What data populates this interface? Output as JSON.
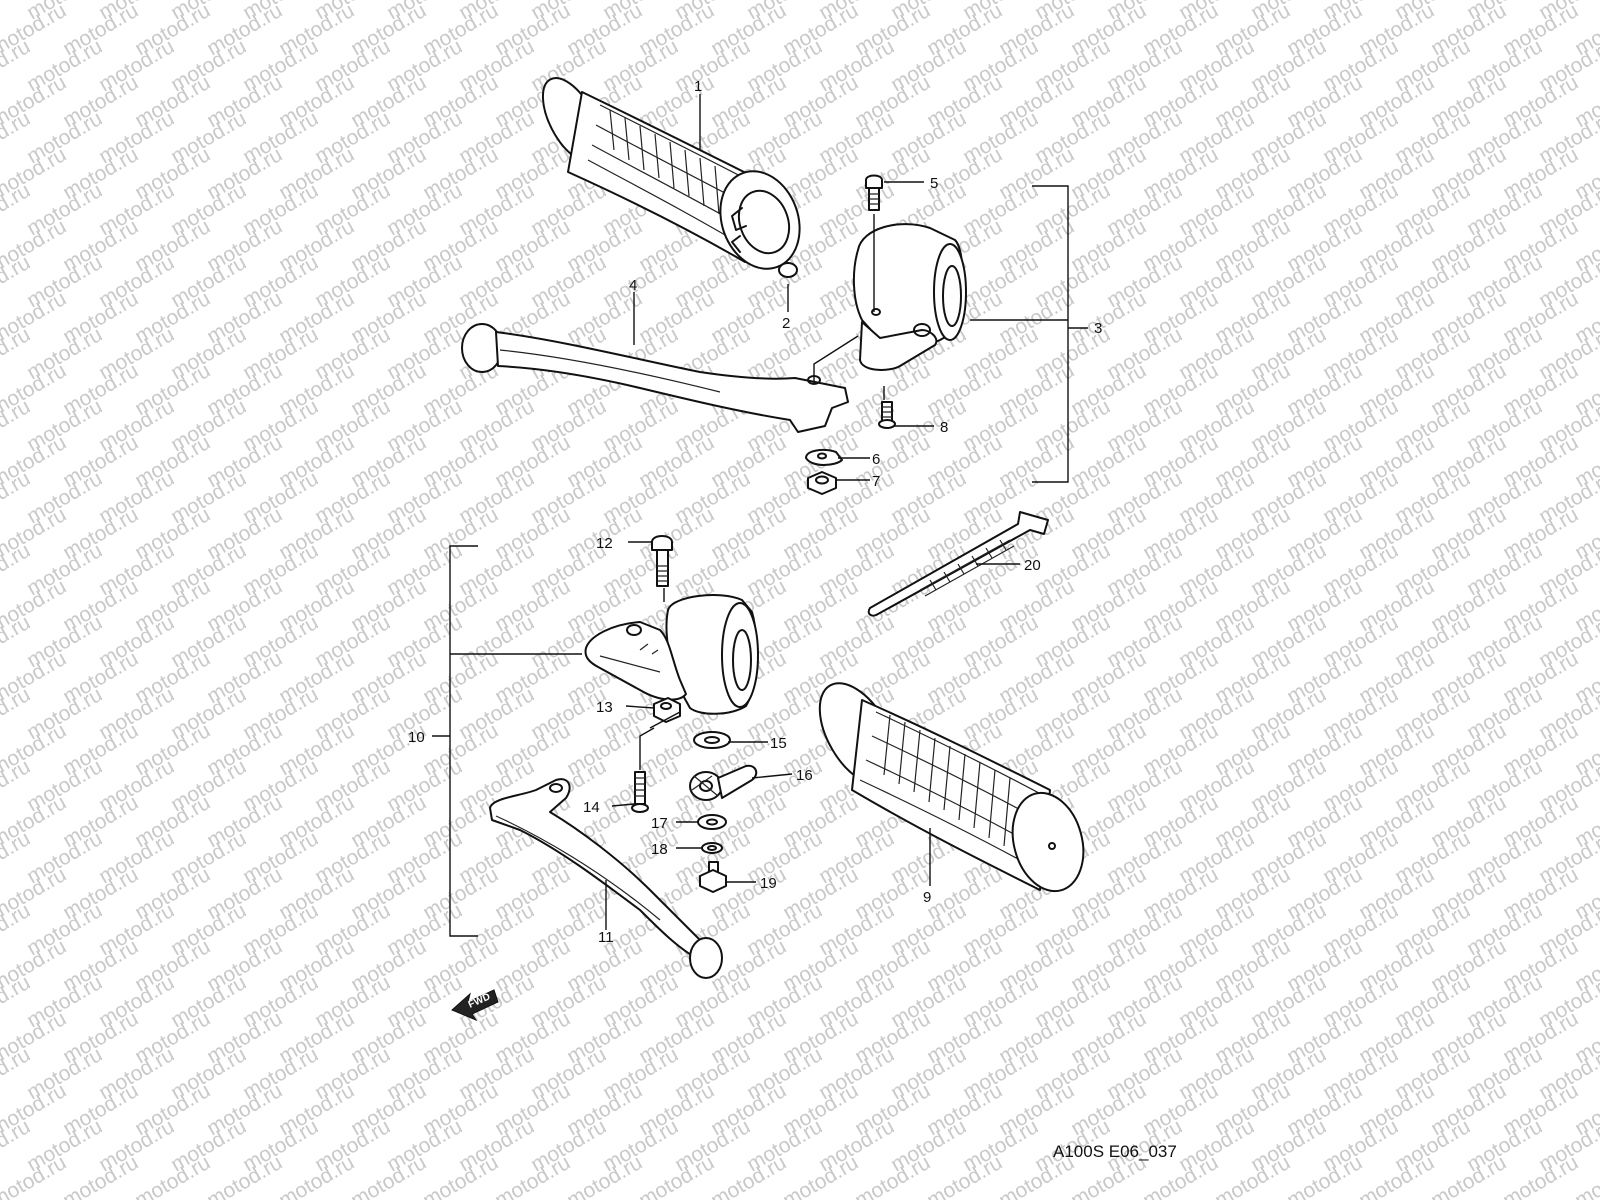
{
  "watermark": "motod.ru",
  "reference_code": "A100S E06_037",
  "direction_label": "FWD",
  "callouts": [
    {
      "id": 1,
      "label": "1"
    },
    {
      "id": 2,
      "label": "2"
    },
    {
      "id": 3,
      "label": "3"
    },
    {
      "id": 4,
      "label": "4"
    },
    {
      "id": 5,
      "label": "5"
    },
    {
      "id": 6,
      "label": "6"
    },
    {
      "id": 7,
      "label": "7"
    },
    {
      "id": 8,
      "label": "8"
    },
    {
      "id": 9,
      "label": "9"
    },
    {
      "id": 10,
      "label": "10"
    },
    {
      "id": 11,
      "label": "11"
    },
    {
      "id": 12,
      "label": "12"
    },
    {
      "id": 13,
      "label": "13"
    },
    {
      "id": 14,
      "label": "14"
    },
    {
      "id": 15,
      "label": "15"
    },
    {
      "id": 16,
      "label": "16"
    },
    {
      "id": 17,
      "label": "17"
    },
    {
      "id": 18,
      "label": "18"
    },
    {
      "id": 19,
      "label": "19"
    },
    {
      "id": 20,
      "label": "20"
    }
  ]
}
